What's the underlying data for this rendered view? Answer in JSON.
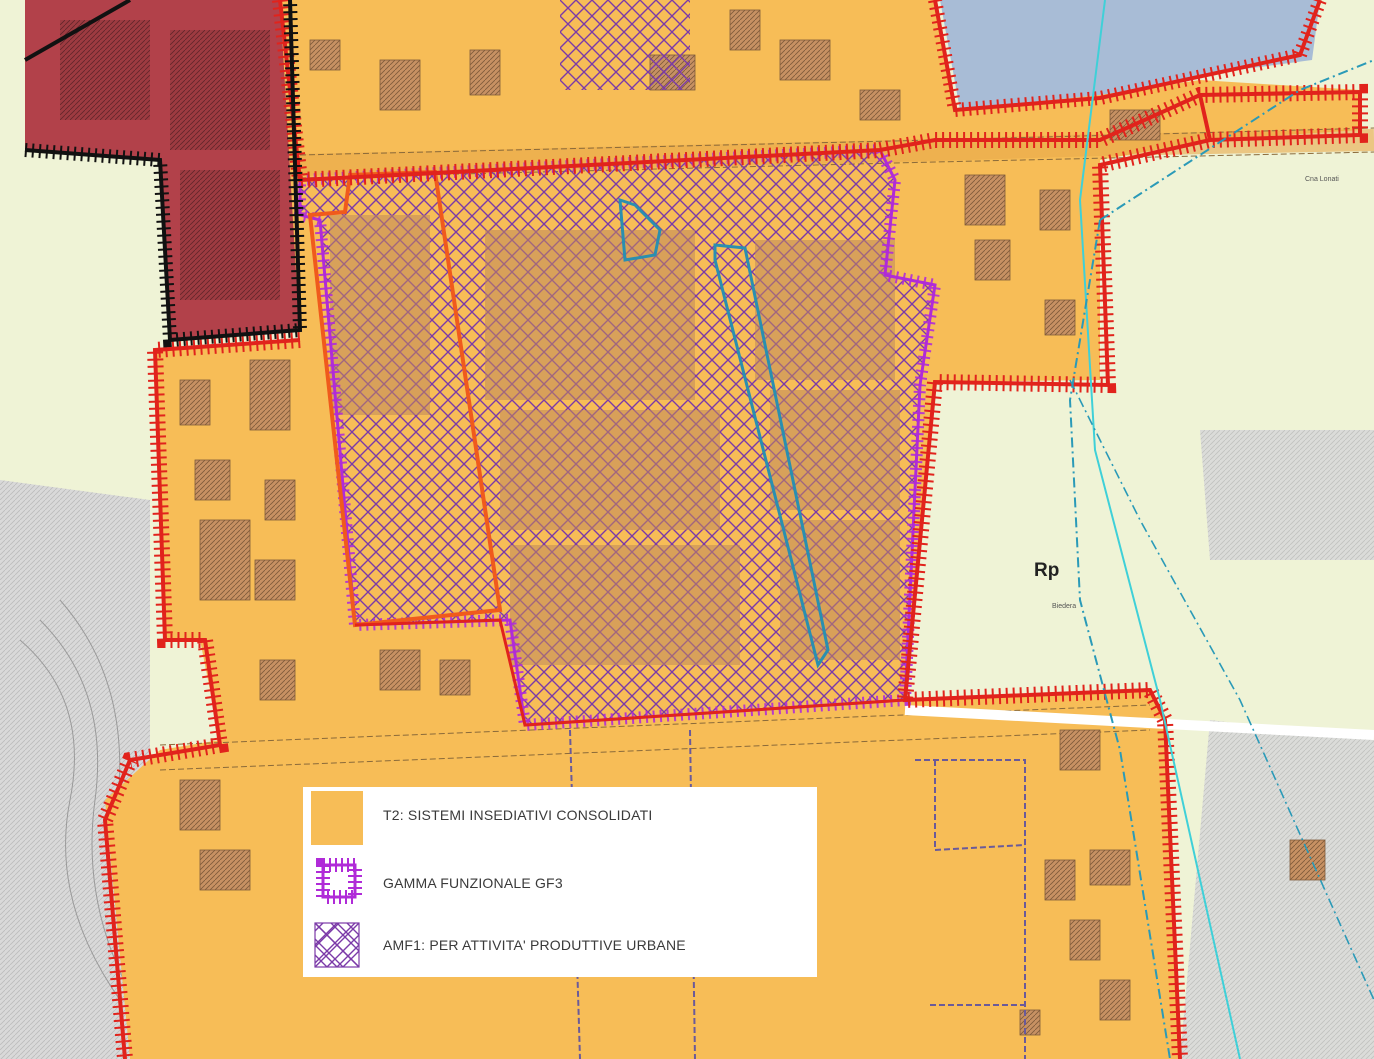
{
  "colors": {
    "t2_fill": "#f7bd57",
    "historic_fill": "#b2414a",
    "rural_fill": "#eff3d6",
    "water_fill": "#a8bcd6",
    "grey_area": "#d0d0d0",
    "boundary_red": "#e1231c",
    "gf3_purple": "#b02bd8",
    "amf1_purple": "#7b3aa8",
    "sub_orange": "#f05a1c",
    "canal_blue": "#2a8fb0",
    "line_cyan": "#3fd0d8",
    "line_teal": "#2a9ab8"
  },
  "legend": {
    "items": [
      {
        "name": "t2",
        "label": "T2: SISTEMI INSEDIATIVI CONSOLIDATI",
        "icon": "t2-swatch"
      },
      {
        "name": "gf3",
        "label": "GAMMA FUNZIONALE GF3",
        "icon": "gf3-swatch"
      },
      {
        "name": "amf1",
        "label": "AMF1: PER ATTIVITA' PRODUTTIVE URBANE",
        "icon": "amf1-swatch"
      }
    ]
  },
  "map": {
    "zone_label": "Rp",
    "place_labels": [
      "Cna Lonati",
      "Biedera"
    ]
  }
}
